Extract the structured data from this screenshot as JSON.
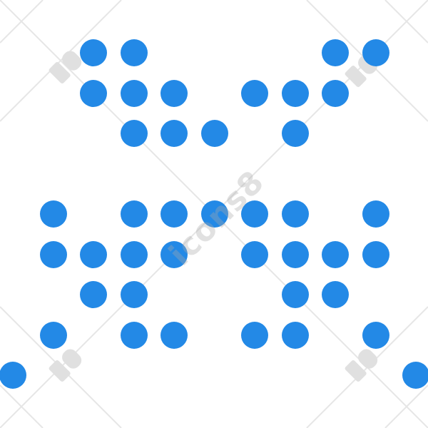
{
  "icon": {
    "name": "broken-dot-matrix-icon",
    "dot_color": "#2389e6",
    "grid": {
      "rows": [
        [
          2,
          3,
          8,
          9
        ],
        [
          2,
          3,
          4,
          6,
          7,
          8
        ],
        [
          3,
          4,
          5,
          7
        ],
        [],
        [
          1,
          3,
          4,
          5,
          6,
          7,
          9
        ],
        [
          1,
          2,
          3,
          4,
          6,
          7,
          8,
          9
        ],
        [
          2,
          3,
          7,
          8
        ],
        [
          1,
          3,
          4,
          6,
          7,
          9
        ],
        [
          0,
          10
        ]
      ]
    }
  },
  "watermark": {
    "text": "icons8",
    "line_color": "#e6e6e6",
    "logo_color": "#e0e0e0"
  }
}
